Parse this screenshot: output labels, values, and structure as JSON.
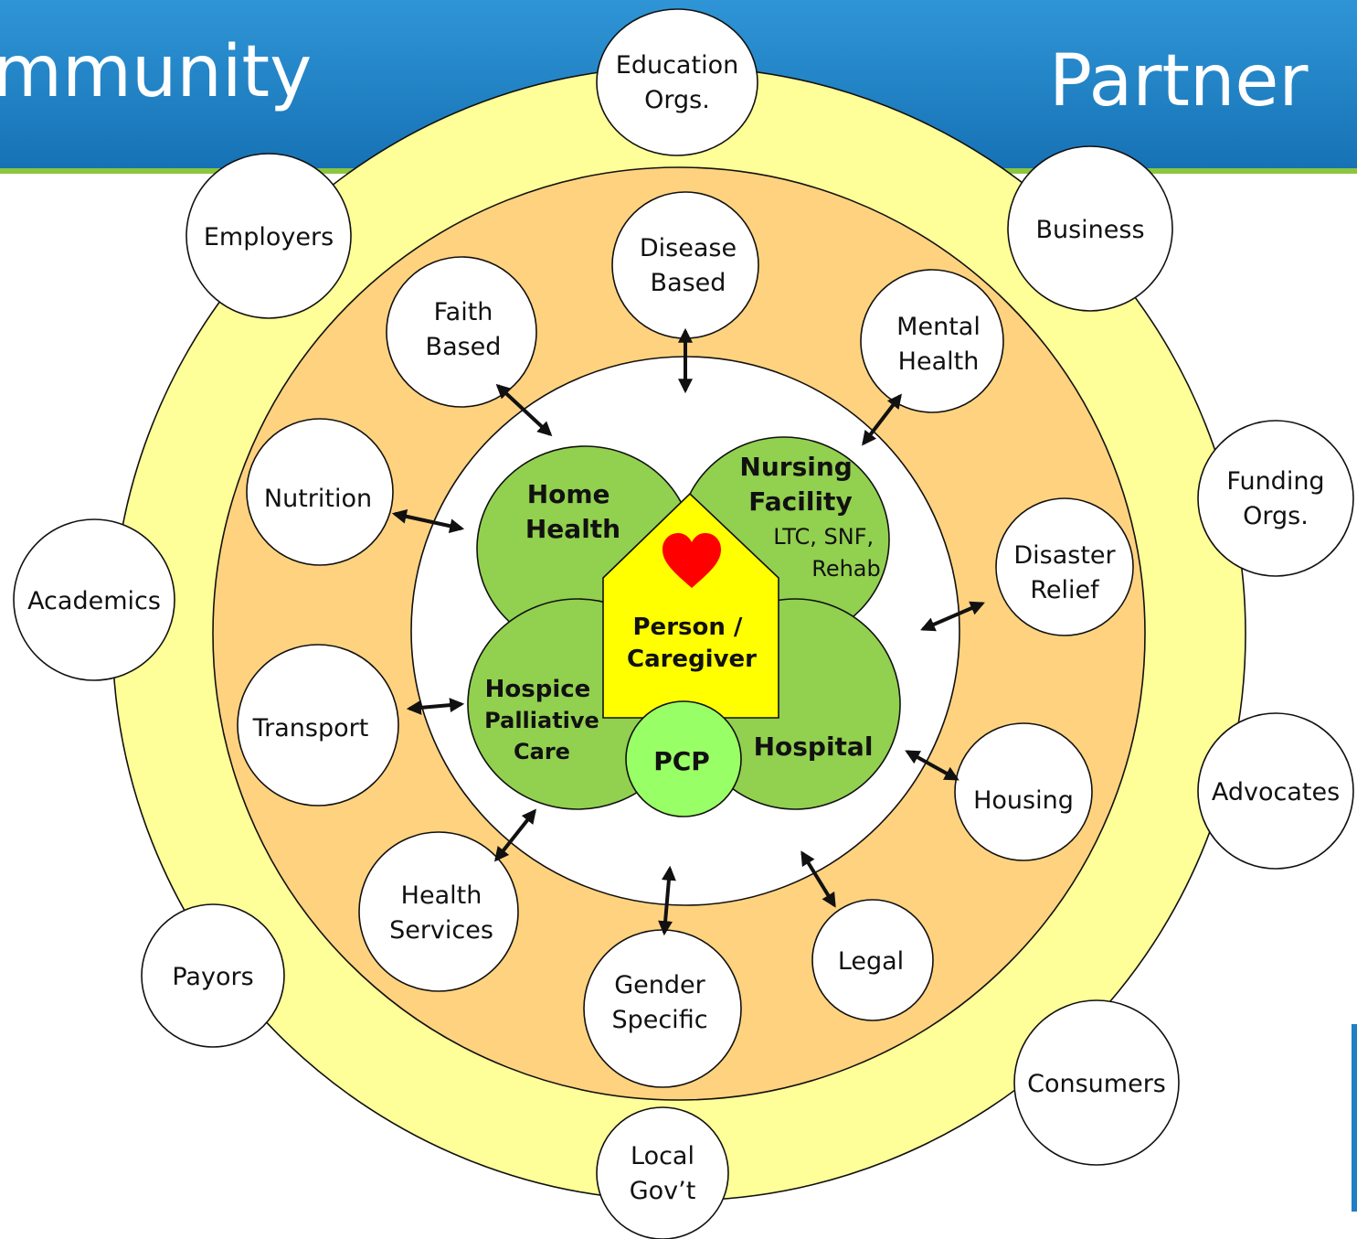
{
  "header": {
    "left_title": "mmunity",
    "right_title": "Partner"
  },
  "colors": {
    "banner": "#1c84c6",
    "outer_ring": "#ffff99",
    "middle_ring": "#ffd27f",
    "leaf_green": "#92d050",
    "pcp_green": "#99ff66",
    "house_yellow": "#ffff00",
    "heart_red": "#ff0000"
  },
  "outer_ring": [
    "Education Orgs.",
    "Employers",
    "Business",
    "Funding Orgs.",
    "Academics",
    "Advocates",
    "Payors",
    "Consumers",
    "Local Gov’t"
  ],
  "middle_ring": [
    "Disease Based",
    "Faith Based",
    "Mental Health",
    "Nutrition",
    "Disaster Relief",
    "Transport",
    "Housing",
    "Health Services",
    "Legal",
    "Gender Specific"
  ],
  "core": {
    "home_health": "Home Health",
    "nursing_facility": "Nursing Facility",
    "nursing_facility_sub": "LTC, SNF, Rehab",
    "hospice": "Hospice Palliative Care",
    "hospital": "Hospital",
    "pcp": "PCP",
    "person": "Person / Caregiver"
  }
}
